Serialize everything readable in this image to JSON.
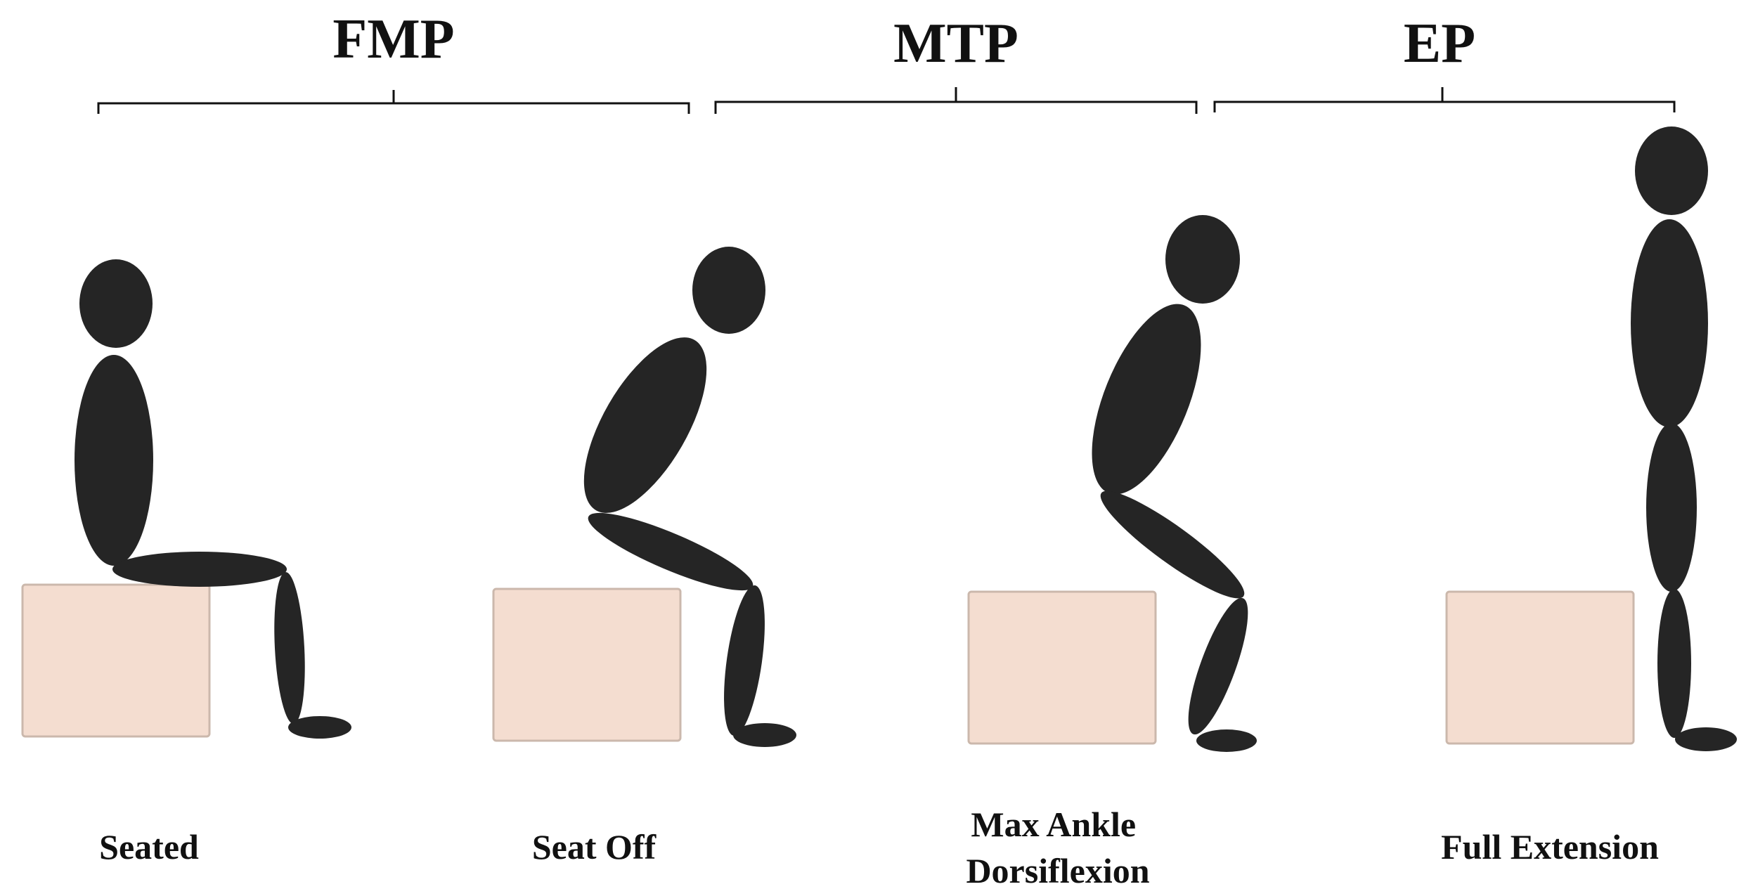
{
  "phases": [
    {
      "id": "fmp",
      "label": "FMP"
    },
    {
      "id": "mtp",
      "label": "MTP"
    },
    {
      "id": "ep",
      "label": "EP"
    }
  ],
  "stages": [
    {
      "id": "seated",
      "lines": [
        "Seated"
      ]
    },
    {
      "id": "seat-off",
      "lines": [
        "Seat Off"
      ]
    },
    {
      "id": "max-ankle-dorsiflexion",
      "lines": [
        "Max Ankle",
        "Dorsiflexion"
      ]
    },
    {
      "id": "full-extension",
      "lines": [
        "Full Extension"
      ]
    }
  ],
  "colors": {
    "figure": "#252525",
    "seat_fill": "#f4ddd0",
    "seat_border": "#cbb8ac",
    "text": "#111111",
    "background": "#ffffff"
  }
}
